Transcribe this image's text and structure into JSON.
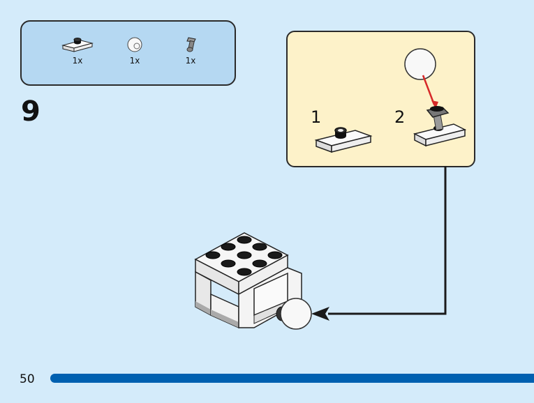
{
  "step": {
    "number": "9"
  },
  "parts_list": {
    "items": [
      {
        "name": "plate-1x2-with-stud",
        "color": "white",
        "quantity": "1x"
      },
      {
        "name": "ball",
        "color": "white",
        "quantity": "1x"
      },
      {
        "name": "ball-joint-socket",
        "color": "gray",
        "quantity": "1x"
      }
    ]
  },
  "callout": {
    "substeps": [
      {
        "number": "1"
      },
      {
        "number": "2"
      }
    ]
  },
  "footer": {
    "page_number": "50"
  },
  "colors": {
    "background": "#d4ebfa",
    "parts_box": "#b5d8f2",
    "callout": "#fdf2c9",
    "page_bar": "#0060b0",
    "arrow": "#d62828"
  }
}
